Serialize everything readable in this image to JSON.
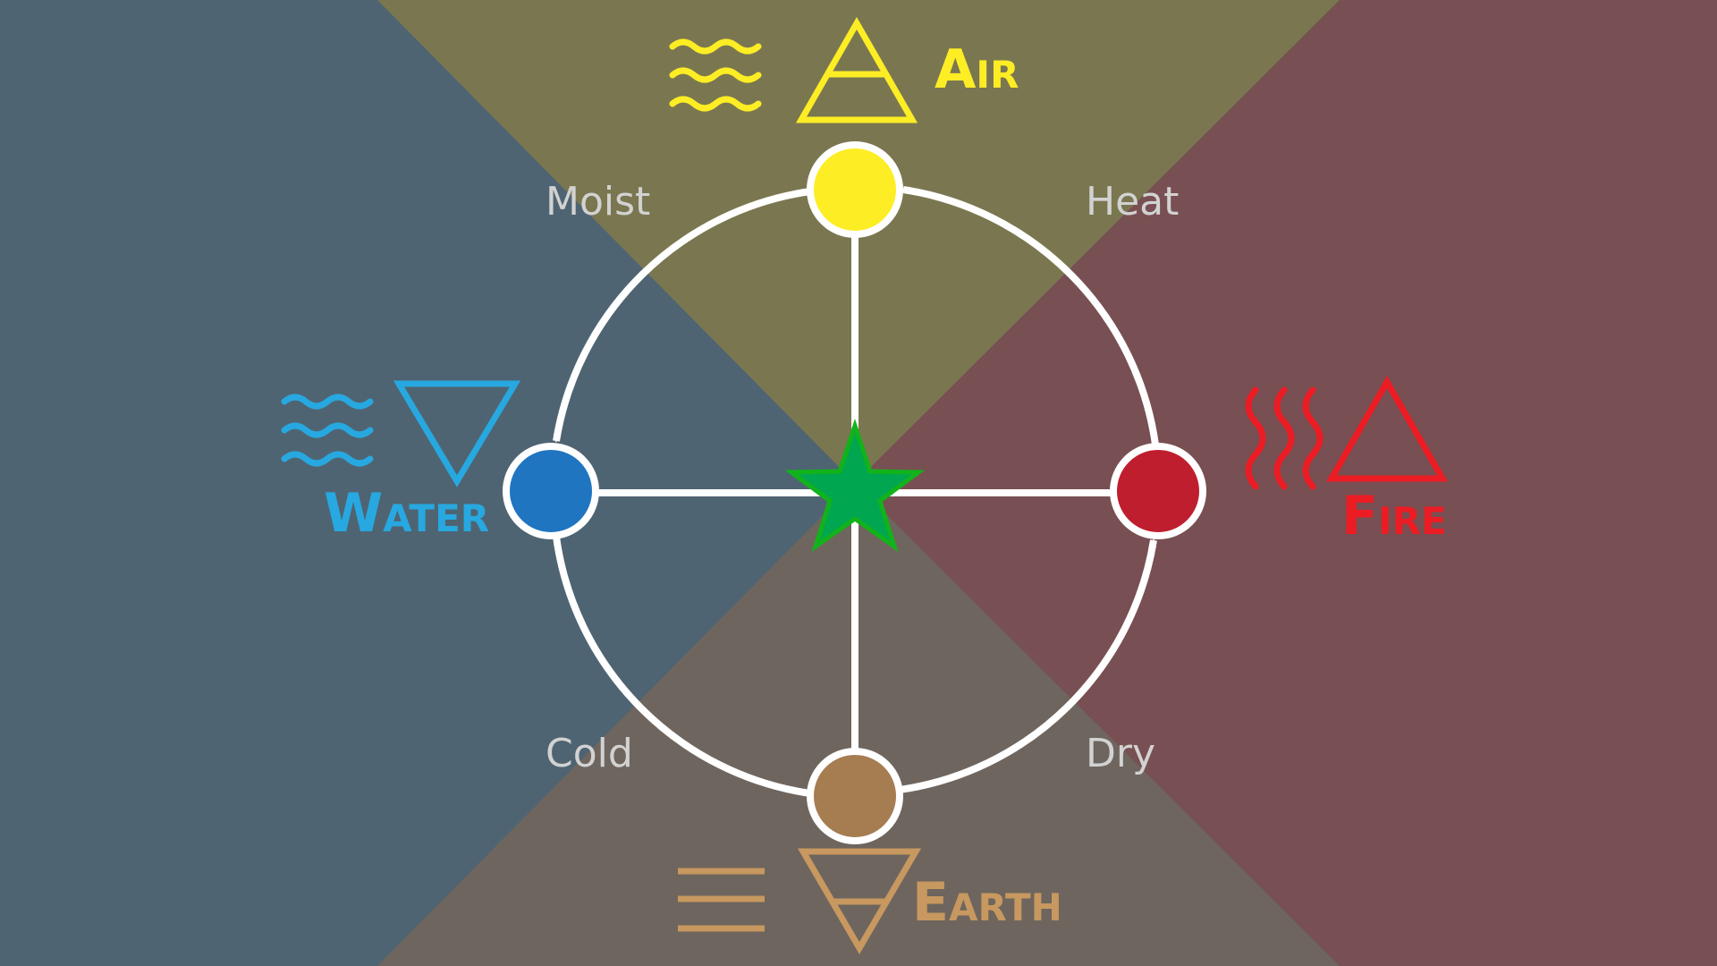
{
  "colors": {
    "water_quadrant": "#4f6472",
    "air_quadrant": "#7a7750",
    "fire_quadrant": "#784f52",
    "earth_quadrant": "#6e655e",
    "water": "#1f75c0",
    "water_symbol": "#27a8e0",
    "air": "#fded24",
    "fire": "#bf1e2e",
    "fire_symbol": "#ec1c24",
    "earth": "#a67c51",
    "earth_symbol": "#c7985f",
    "aether_star": "#00a650",
    "aether_star_stroke": "#12b31a",
    "lines": "#ffffff",
    "quality_text": "#d2d2d2"
  },
  "elements": {
    "air": {
      "name": "Air",
      "icon": "air-triangle-icon",
      "sign": "wavy-lines-icon"
    },
    "water": {
      "name": "Water",
      "icon": "water-triangle-icon",
      "sign": "wavy-lines-icon"
    },
    "fire": {
      "name": "Fire",
      "icon": "fire-triangle-icon",
      "sign": "heat-waves-icon"
    },
    "earth": {
      "name": "Earth",
      "icon": "earth-triangle-icon",
      "sign": "horizontal-lines-icon"
    },
    "aether": {
      "icon": "star-icon"
    }
  },
  "qualities": {
    "moist": "Moist",
    "heat": "Heat",
    "cold": "Cold",
    "dry": "Dry"
  }
}
